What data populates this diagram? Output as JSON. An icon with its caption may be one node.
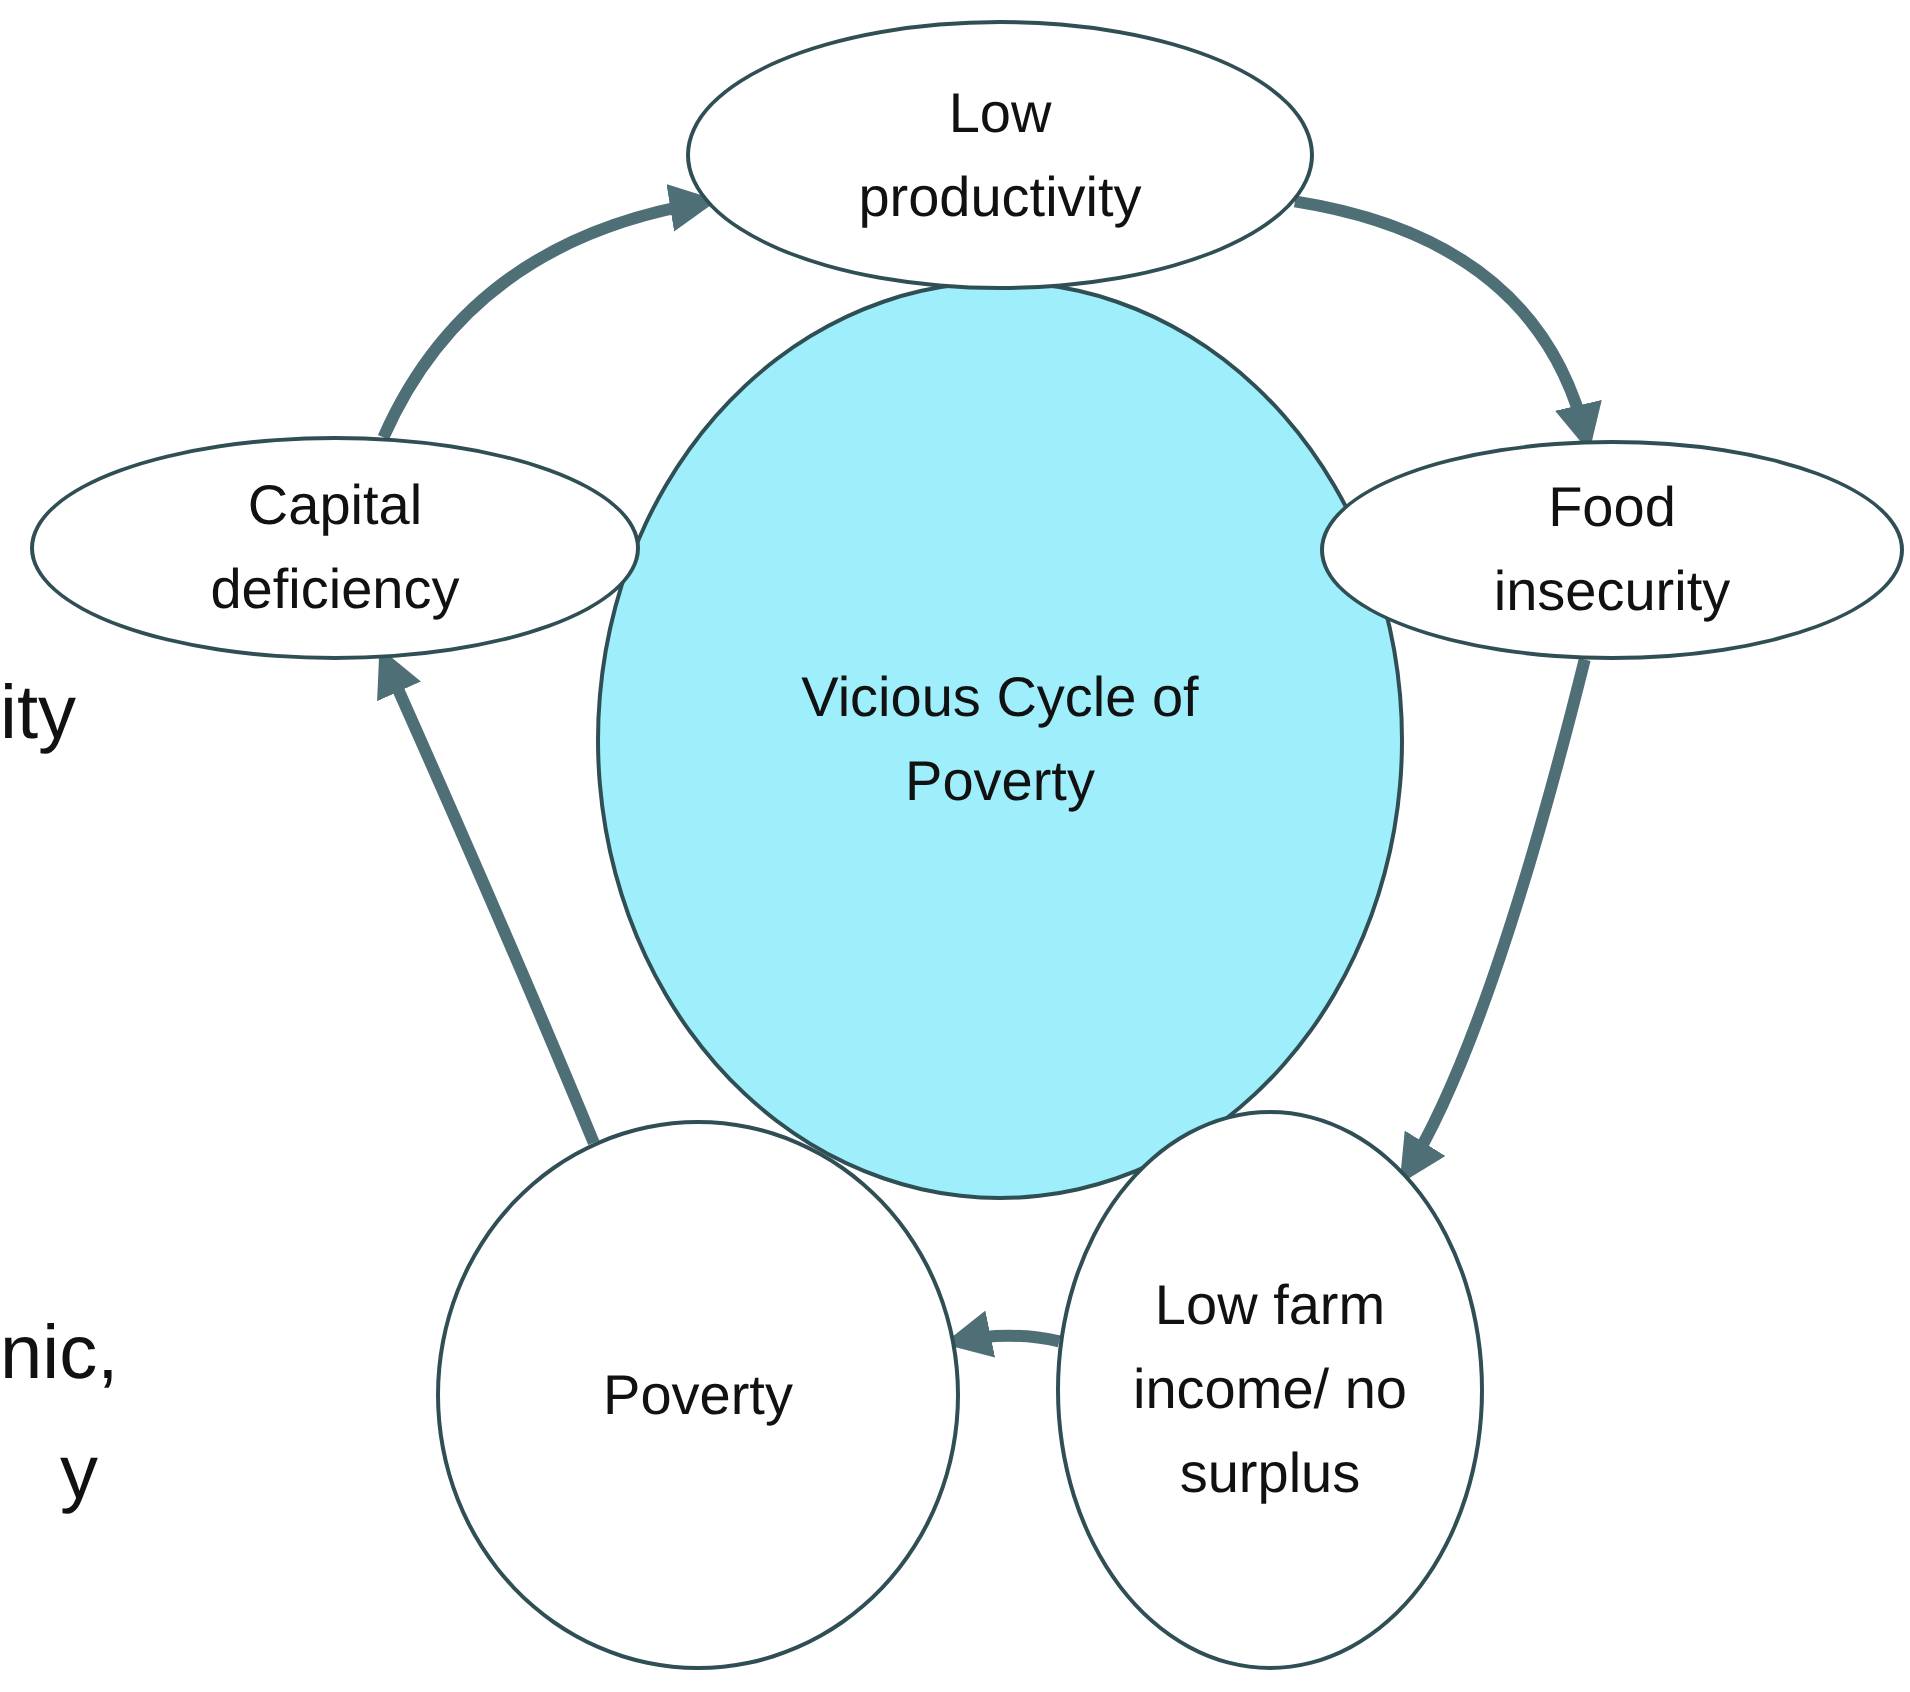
{
  "diagram": {
    "nodes": [
      {
        "text": [
          "Vicious Cycle of Poverty"
        ]
      },
      {
        "text": [
          "Low productivity"
        ]
      },
      {
        "text": [
          "Capital deficiency"
        ]
      },
      {
        "text": [
          "Food insecurity"
        ]
      },
      {
        "text": [
          "Poverty"
        ]
      },
      {
        "text": [
          "Low farm income/ no surplus"
        ]
      }
    ],
    "edges": [
      {
        "from": 2,
        "to": 1,
        "arrow": "to"
      },
      {
        "from": 1,
        "to": 3,
        "arrow": "to"
      },
      {
        "from": 3,
        "to": 5,
        "arrow": "to"
      },
      {
        "from": 5,
        "to": 4,
        "arrow": "to"
      },
      {
        "from": 4,
        "to": 2,
        "arrow": "to"
      }
    ],
    "labels": [
      "ity",
      "nic,",
      "y"
    ]
  }
}
